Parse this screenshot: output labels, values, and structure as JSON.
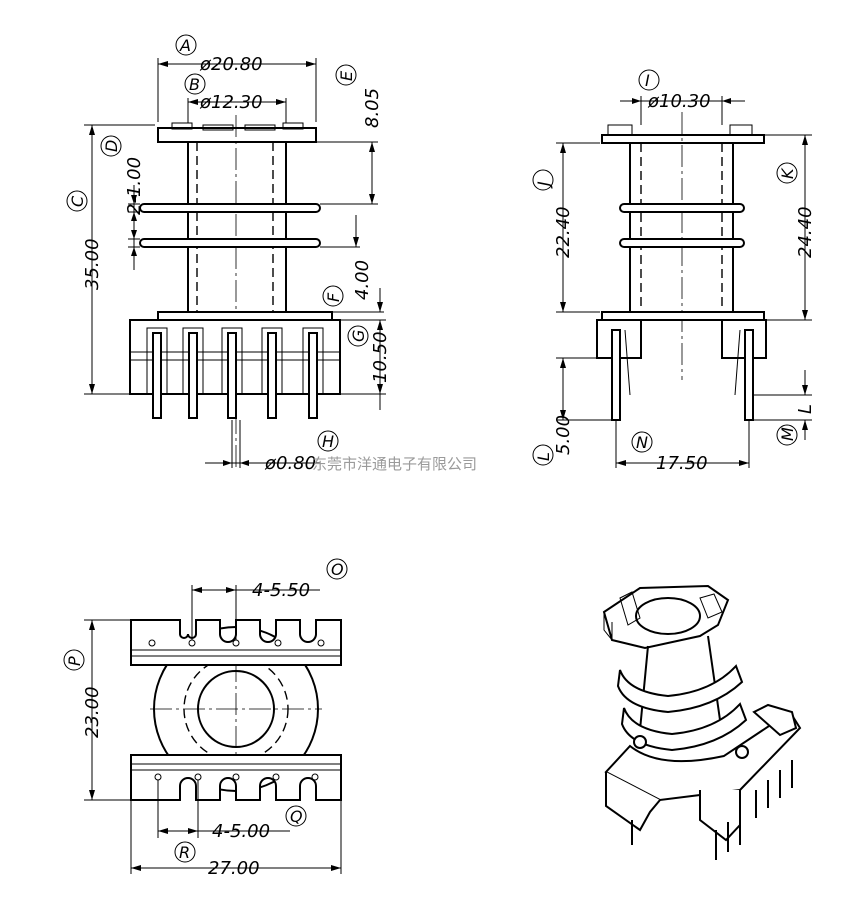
{
  "dimensions": {
    "A": "ø20.80",
    "B": "ø12.30",
    "C": "35.00",
    "D": "2-1.00",
    "E": "8.05",
    "F": "4.00",
    "G": "10.50",
    "H": "ø0.80",
    "I": "ø10.30",
    "J": "22.40",
    "K": "24.40",
    "L": "5.00",
    "M": "L",
    "N": "17.50",
    "O": "4-5.50",
    "P": "23.00",
    "Q": "4-5.00",
    "R": "27.00"
  },
  "labels": [
    "A",
    "B",
    "C",
    "D",
    "E",
    "F",
    "G",
    "H",
    "I",
    "J",
    "K",
    "L",
    "M",
    "N",
    "O",
    "P",
    "Q",
    "R"
  ],
  "watermark": "东莞市洋通电子有限公司"
}
